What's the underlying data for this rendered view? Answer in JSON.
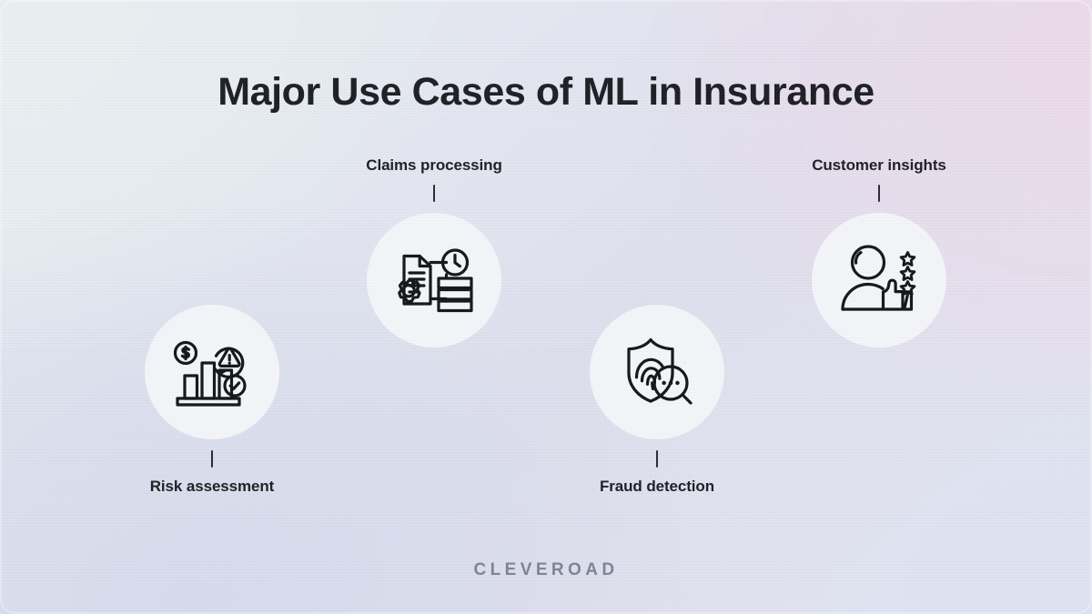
{
  "title": "Major Use Cases of ML in Insurance",
  "brand": "CLEVEROAD",
  "colors": {
    "title_text": "#1d1f24",
    "label_text": "#1d1f24",
    "circle_fill": "#f4f5f9",
    "connector": "#2a2c33",
    "icon_stroke": "#14161a",
    "brand_text": "#7d8498",
    "bg_top_left": "#e8eef0",
    "bg_top_right": "#ecdbea",
    "bg_bottom_left": "#d6dbec",
    "bg_bottom_right": "#dfe3f2"
  },
  "nodes": [
    {
      "id": "risk-assessment",
      "label": "Risk assessment",
      "icon": "bar-chart-risk-icon",
      "label_position": "below"
    },
    {
      "id": "claims-processing",
      "label": "Claims processing",
      "icon": "document-gear-clock-icon",
      "label_position": "above"
    },
    {
      "id": "fraud-detection",
      "label": "Fraud detection",
      "icon": "shield-fingerprint-magnifier-icon",
      "label_position": "below"
    },
    {
      "id": "customer-insights",
      "label": "Customer insights",
      "icon": "person-thumbsup-stars-icon",
      "label_position": "above"
    }
  ]
}
